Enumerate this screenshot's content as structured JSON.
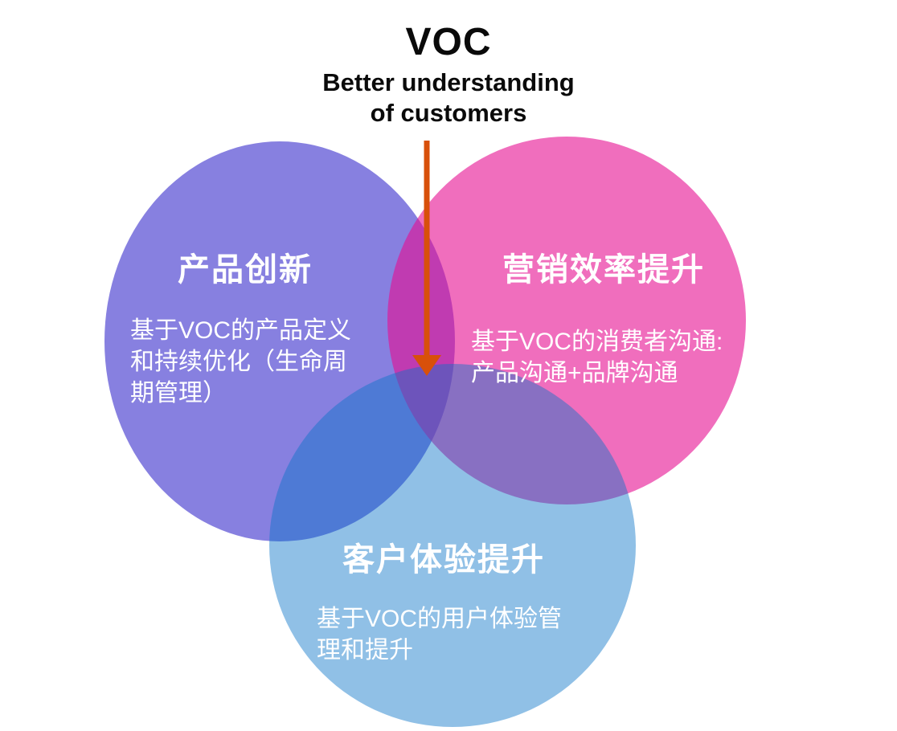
{
  "header": {
    "title": "VOC",
    "subtitle": "Better understanding\nof customers"
  },
  "diagram": {
    "type": "venn",
    "text_color": "#FFFFFF",
    "background_color": "#FFFFFF",
    "arrow": {
      "direction": "down",
      "color": "#D8500A"
    },
    "circles": [
      {
        "id": "product-innovation",
        "label": "产品创新",
        "description": "基于VOC的产品定义\n和持续优化（生命周\n期管理）",
        "color": "#8780E0",
        "fill": "#8780E0",
        "fill_opacity": "1"
      },
      {
        "id": "marketing-efficiency",
        "label": "营销效率提升",
        "description": "基于VOC的消费者沟通:\n产品沟通+品牌沟通",
        "color": "#F06EBD",
        "fill": "#E60D91",
        "fill_opacity": "0.6"
      },
      {
        "id": "customer-experience",
        "label": "客户体验提升",
        "description": "基于VOC的用户体验管\n理和提升",
        "color": "#90C0E6",
        "fill": "#0873C7",
        "fill_opacity": "0.45"
      }
    ]
  }
}
